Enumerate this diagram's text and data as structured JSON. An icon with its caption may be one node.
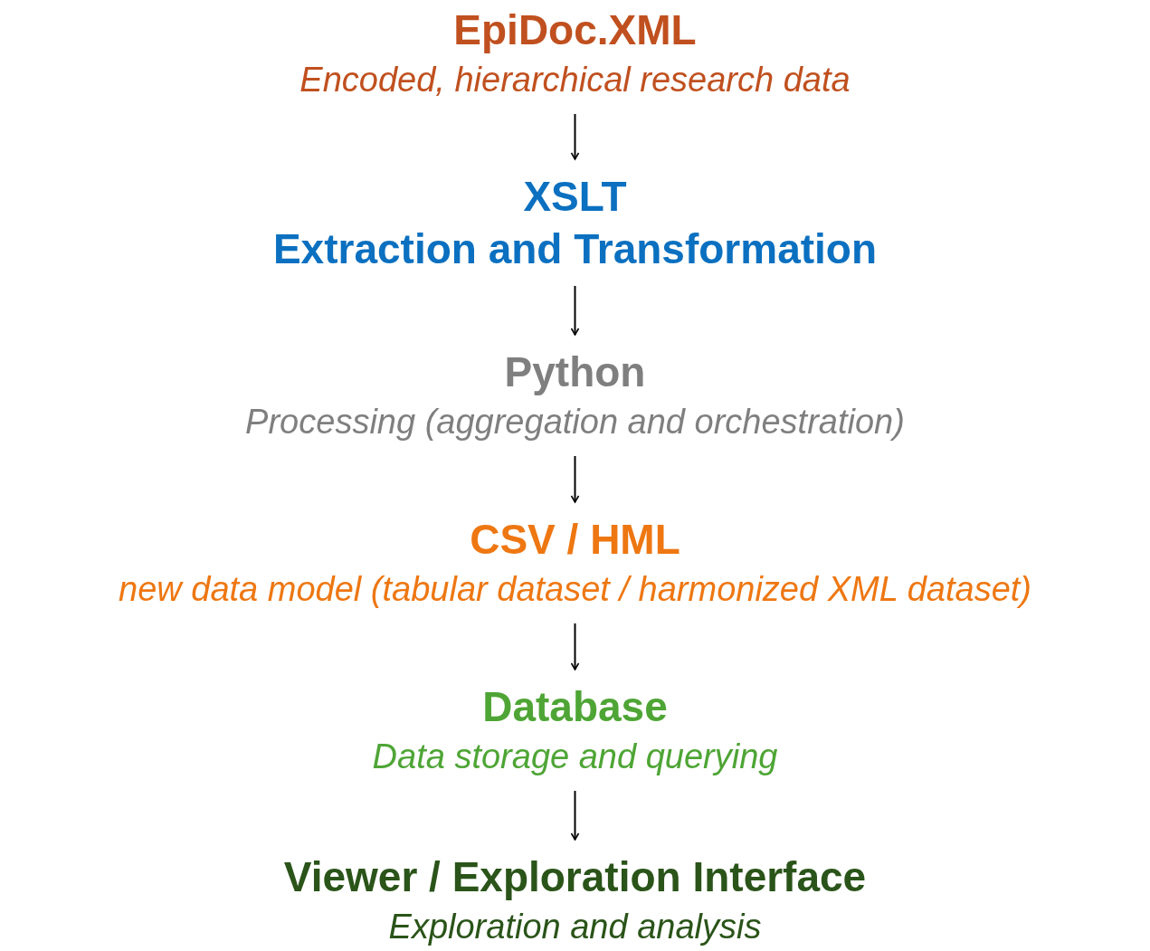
{
  "diagram": {
    "nodes": [
      {
        "text": [
          "EpiDoc.XML",
          "Encoded, hierarchical research data"
        ]
      },
      {
        "text": [
          "XSLT",
          "Extraction and Transformation"
        ]
      },
      {
        "text": [
          "Python",
          "Processing (aggregation and orchestration)"
        ]
      },
      {
        "text": [
          "CSV / HML",
          "new data model (tabular dataset / harmonized XML dataset)"
        ]
      },
      {
        "text": [
          "Database",
          "Data storage and querying"
        ]
      },
      {
        "text": [
          "Viewer / Exploration Interface",
          "Exploration and analysis"
        ]
      }
    ],
    "edges": [
      {
        "from": 0,
        "to": 1,
        "arrow": "to"
      },
      {
        "from": 1,
        "to": 2,
        "arrow": "to"
      },
      {
        "from": 2,
        "to": 3,
        "arrow": "to"
      },
      {
        "from": 3,
        "to": 4,
        "arrow": "to"
      },
      {
        "from": 4,
        "to": 5,
        "arrow": "to"
      }
    ]
  }
}
